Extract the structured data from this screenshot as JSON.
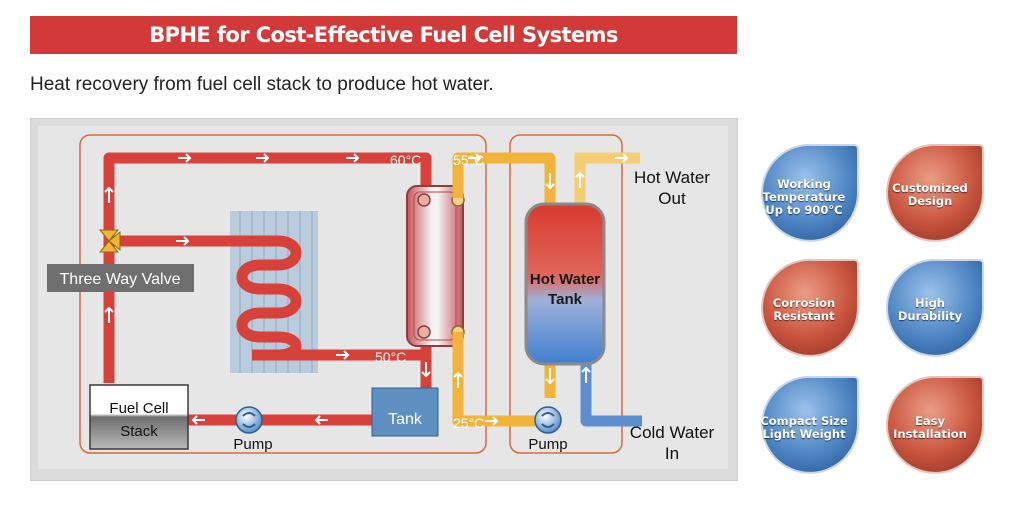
{
  "header": {
    "title": "BPHE for Cost-Effective Fuel Cell Systems"
  },
  "subtitle": "Heat recovery from fuel cell stack to produce hot water.",
  "diagram": {
    "temp_60": "60°C",
    "temp_55": "55°C",
    "temp_50": "50°C",
    "temp_25": "25°C",
    "hot_water_out_line1": "Hot Water",
    "hot_water_out_line2": "Out",
    "cold_water_in_line1": "Cold Water",
    "cold_water_in_line2": "In",
    "three_way_valve": "Three Way Valve",
    "fuel_cell_line1": "Fuel Cell",
    "fuel_cell_line2": "Stack",
    "pump_left": "Pump",
    "pump_right": "Pump",
    "tank_small": "Tank",
    "tank_big_line1": "Hot Water",
    "tank_big_line2": "Tank"
  },
  "features": [
    {
      "line1": "Working",
      "line2": "Temperature",
      "line3": "Up to 900°C",
      "color": "blue"
    },
    {
      "line1": "Customized",
      "line2": "Design",
      "line3": "",
      "color": "red"
    },
    {
      "line1": "Corrosion",
      "line2": "Resistant",
      "line3": "",
      "color": "red"
    },
    {
      "line1": "High",
      "line2": "Durability",
      "line3": "",
      "color": "blue"
    },
    {
      "line1": "Compact Size",
      "line2": "Light Weight",
      "line3": "",
      "color": "blue"
    },
    {
      "line1": "Easy",
      "line2": "Installation",
      "line3": "",
      "color": "red"
    }
  ],
  "colors": {
    "banner": "#d23a3a",
    "hot_pipe": "#d8403a",
    "warm_pipe": "#f2b33a",
    "cold_pipe": "#5d8fd0",
    "badge_blue": "#4f86c4",
    "badge_red": "#c9553f"
  }
}
